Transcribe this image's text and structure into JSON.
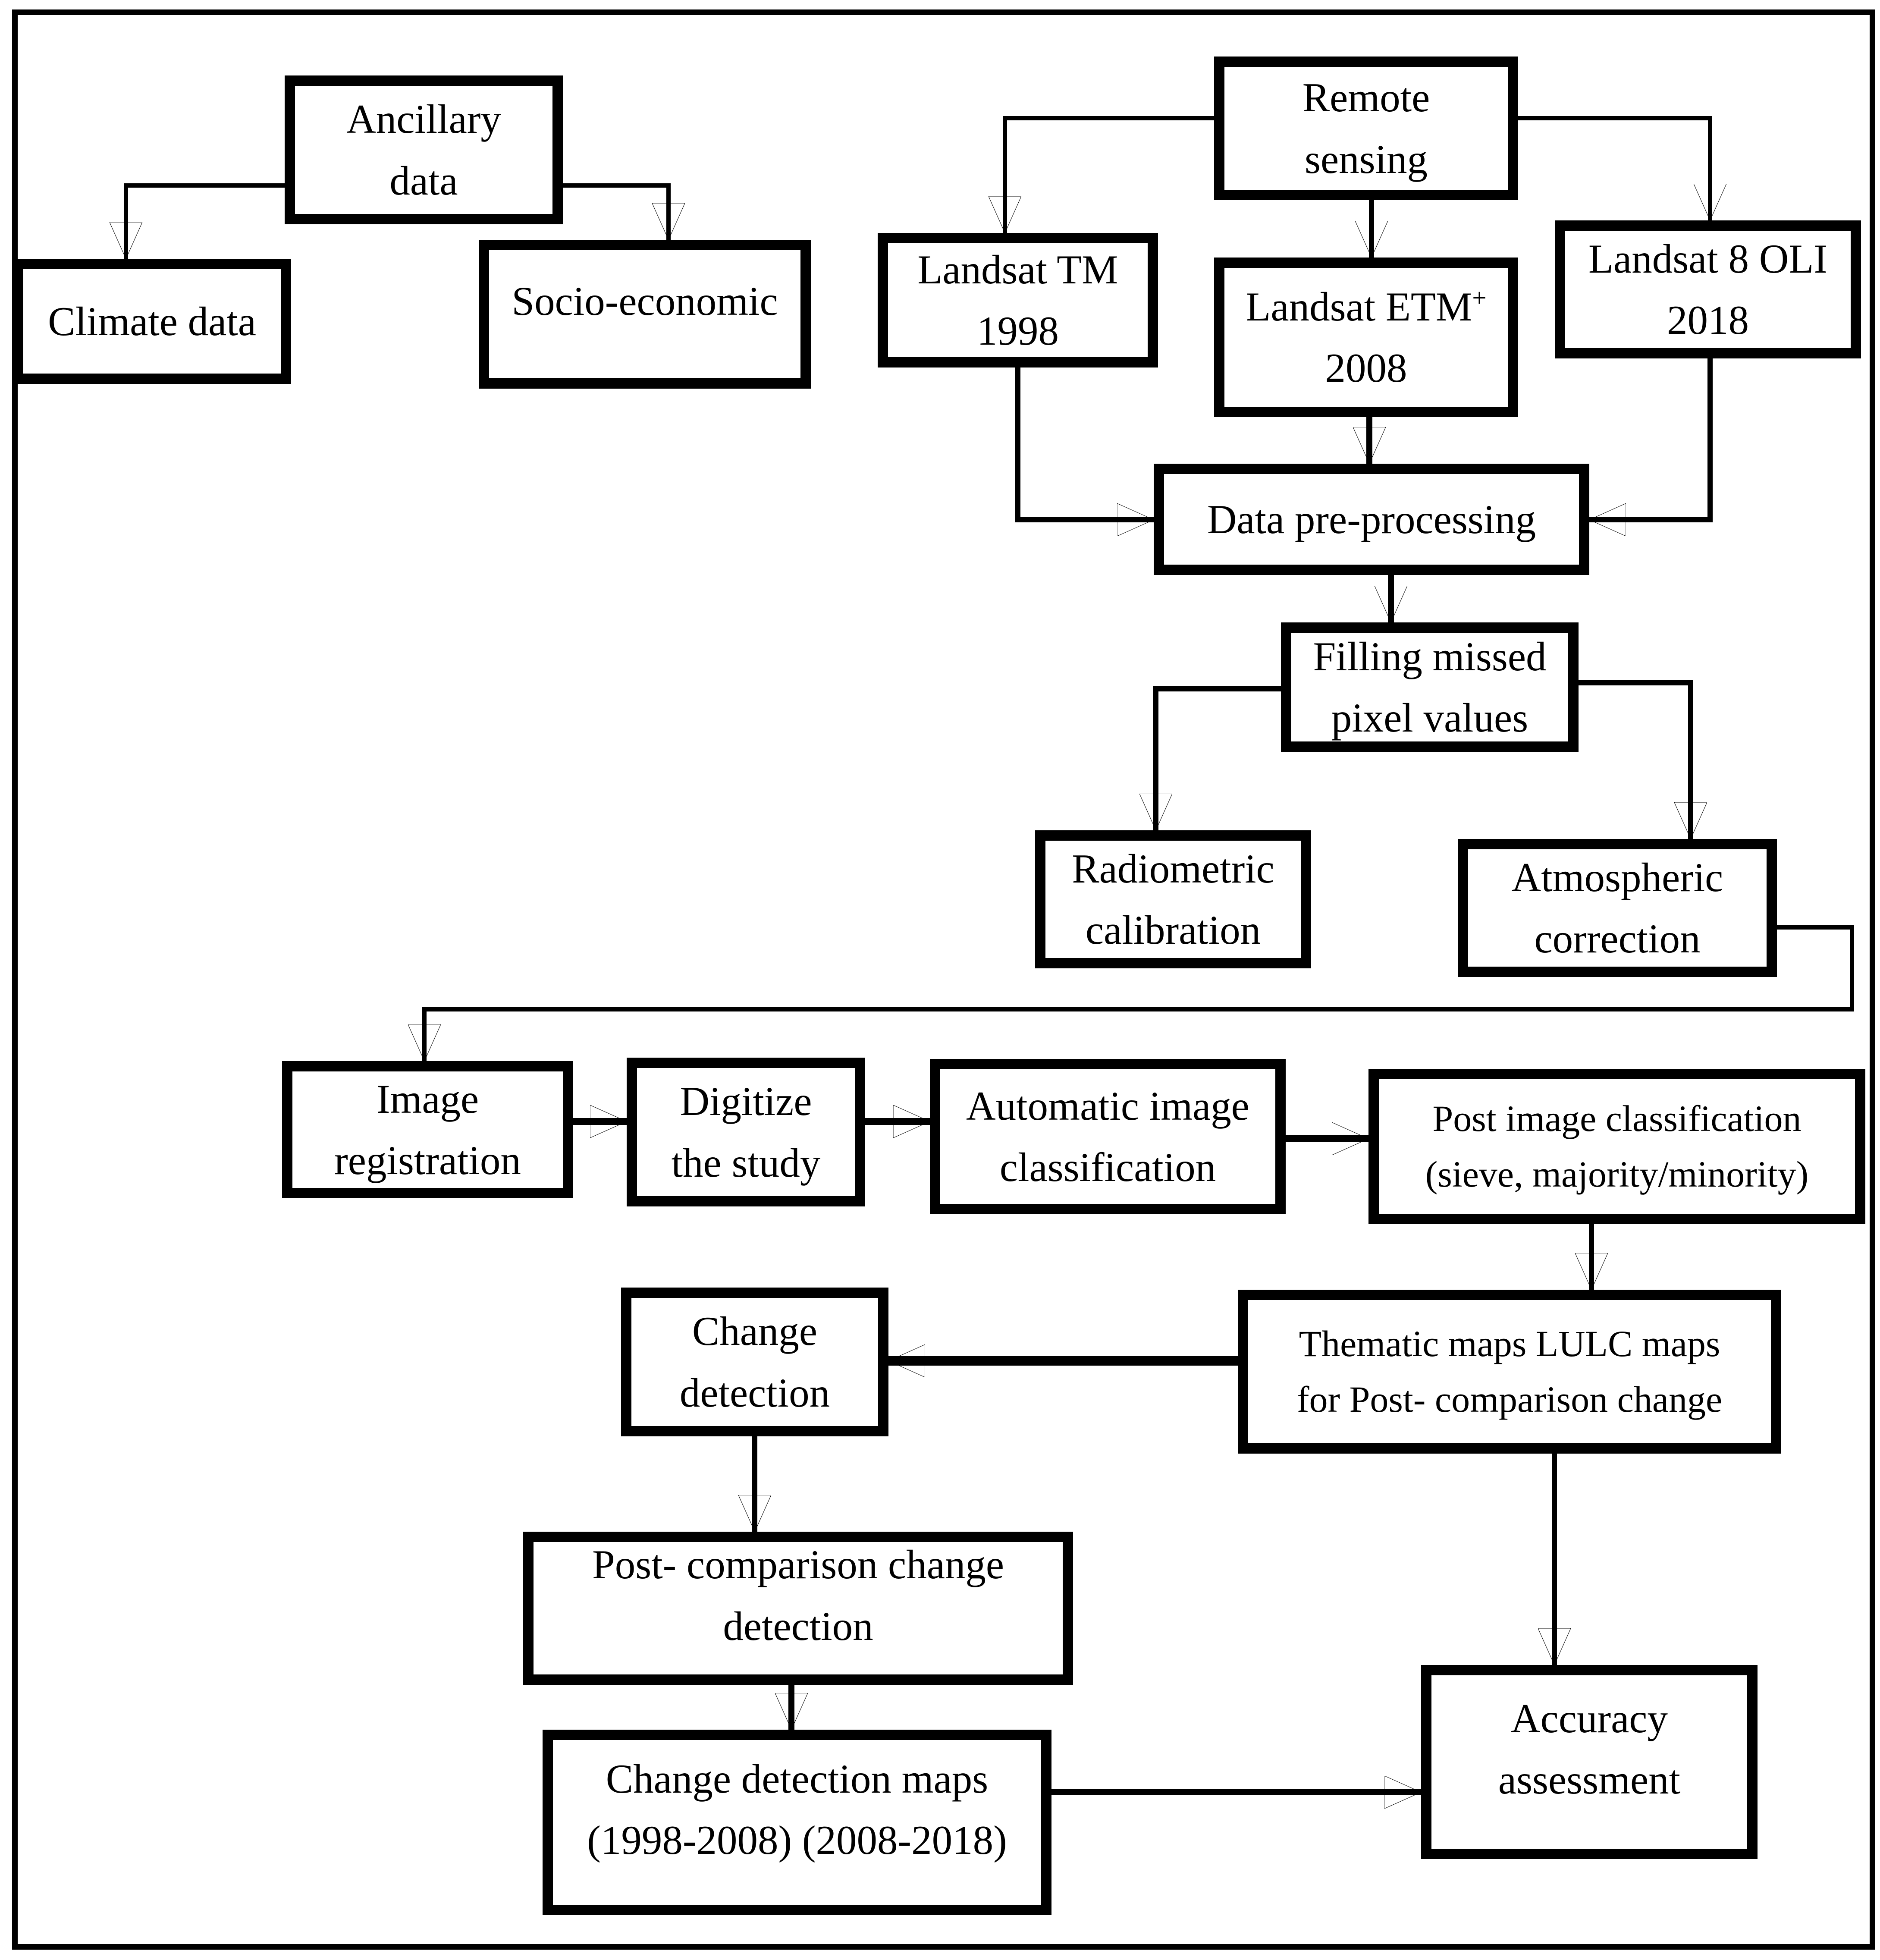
{
  "colors": {
    "ink": "#000000",
    "paper": "#ffffff"
  },
  "nodes": {
    "ancillary": {
      "lines": [
        "Ancillary",
        "data"
      ]
    },
    "climate": {
      "lines": [
        "Climate data"
      ]
    },
    "socio": {
      "lines": [
        "Socio-economic"
      ]
    },
    "remote": {
      "lines": [
        "Remote",
        "sensing"
      ]
    },
    "tm1998": {
      "lines": [
        "Landsat TM",
        "1998"
      ]
    },
    "etm2008": {
      "lines": [
        "Landsat ETM",
        "2008"
      ],
      "sup": "+"
    },
    "oli2018": {
      "lines": [
        "Landsat 8 OLI",
        "2018"
      ]
    },
    "preproc": {
      "lines": [
        "Data pre-processing"
      ]
    },
    "filling": {
      "lines": [
        "Filling missed",
        "pixel values"
      ]
    },
    "radiometric": {
      "lines": [
        "Radiometric",
        "calibration"
      ]
    },
    "atmospheric": {
      "lines": [
        "Atmospheric",
        "correction"
      ]
    },
    "imgreg": {
      "lines": [
        "Image",
        "registration"
      ]
    },
    "digitize": {
      "lines": [
        "Digitize",
        "the study"
      ]
    },
    "autoclass": {
      "lines": [
        "Automatic image",
        "classification"
      ]
    },
    "postclass": {
      "lines": [
        "Post image classification",
        "(sieve, majority/minority)"
      ]
    },
    "changedet": {
      "lines": [
        "Change",
        "detection"
      ]
    },
    "thematic": {
      "lines": [
        "Thematic maps LULC maps",
        "for Post- comparison change"
      ]
    },
    "postcomp": {
      "lines": [
        "Post- comparison change",
        "detection"
      ]
    },
    "cdmaps": {
      "lines": [
        "Change detection maps",
        "(1998-2008) (2008-2018)"
      ]
    },
    "accuracy": {
      "lines": [
        "Accuracy",
        "assessment"
      ]
    }
  }
}
